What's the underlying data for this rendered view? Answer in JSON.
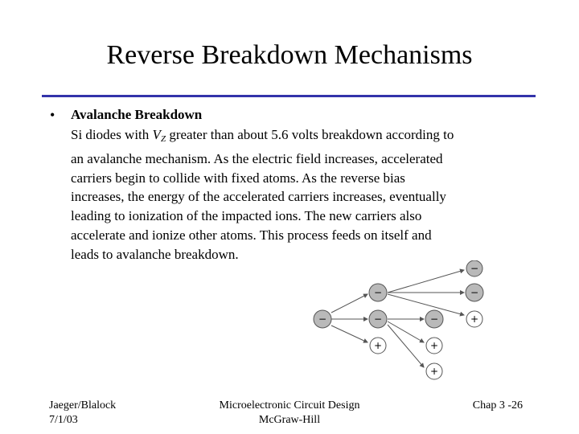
{
  "slide": {
    "title": "Reverse Breakdown Mechanisms",
    "bullet_symbol": "•",
    "heading": "Avalanche Breakdown",
    "line1_pre": "Si diodes with ",
    "line1_var": "V",
    "line1_sub": "Z",
    "line1_post": " greater than about 5.6 volts breakdown according to",
    "lines": [
      "an avalanche mechanism.  As the electric field increases, accelerated",
      "carriers begin to collide with fixed atoms.  As the reverse bias",
      "increases, the energy of the accelerated carriers increases, eventually",
      "leading to ionization of the impacted ions.  The new carriers also",
      "accelerate and ionize other atoms.  This process feeds on itself and",
      "leads to avalanche breakdown."
    ]
  },
  "figure": {
    "minus_symbol": "−",
    "plus_symbol": "+",
    "dark_fill": "#b9b9b9",
    "light_fill": "#ffffff",
    "edge_color": "#555555"
  },
  "footer": {
    "left_line1": "Jaeger/Blalock",
    "left_line2": "7/1/03",
    "center_line1": "Microelectronic Circuit Design",
    "center_line2": "McGraw-Hill",
    "right": "Chap 3 -26"
  },
  "colors": {
    "rule": "#3333aa"
  }
}
